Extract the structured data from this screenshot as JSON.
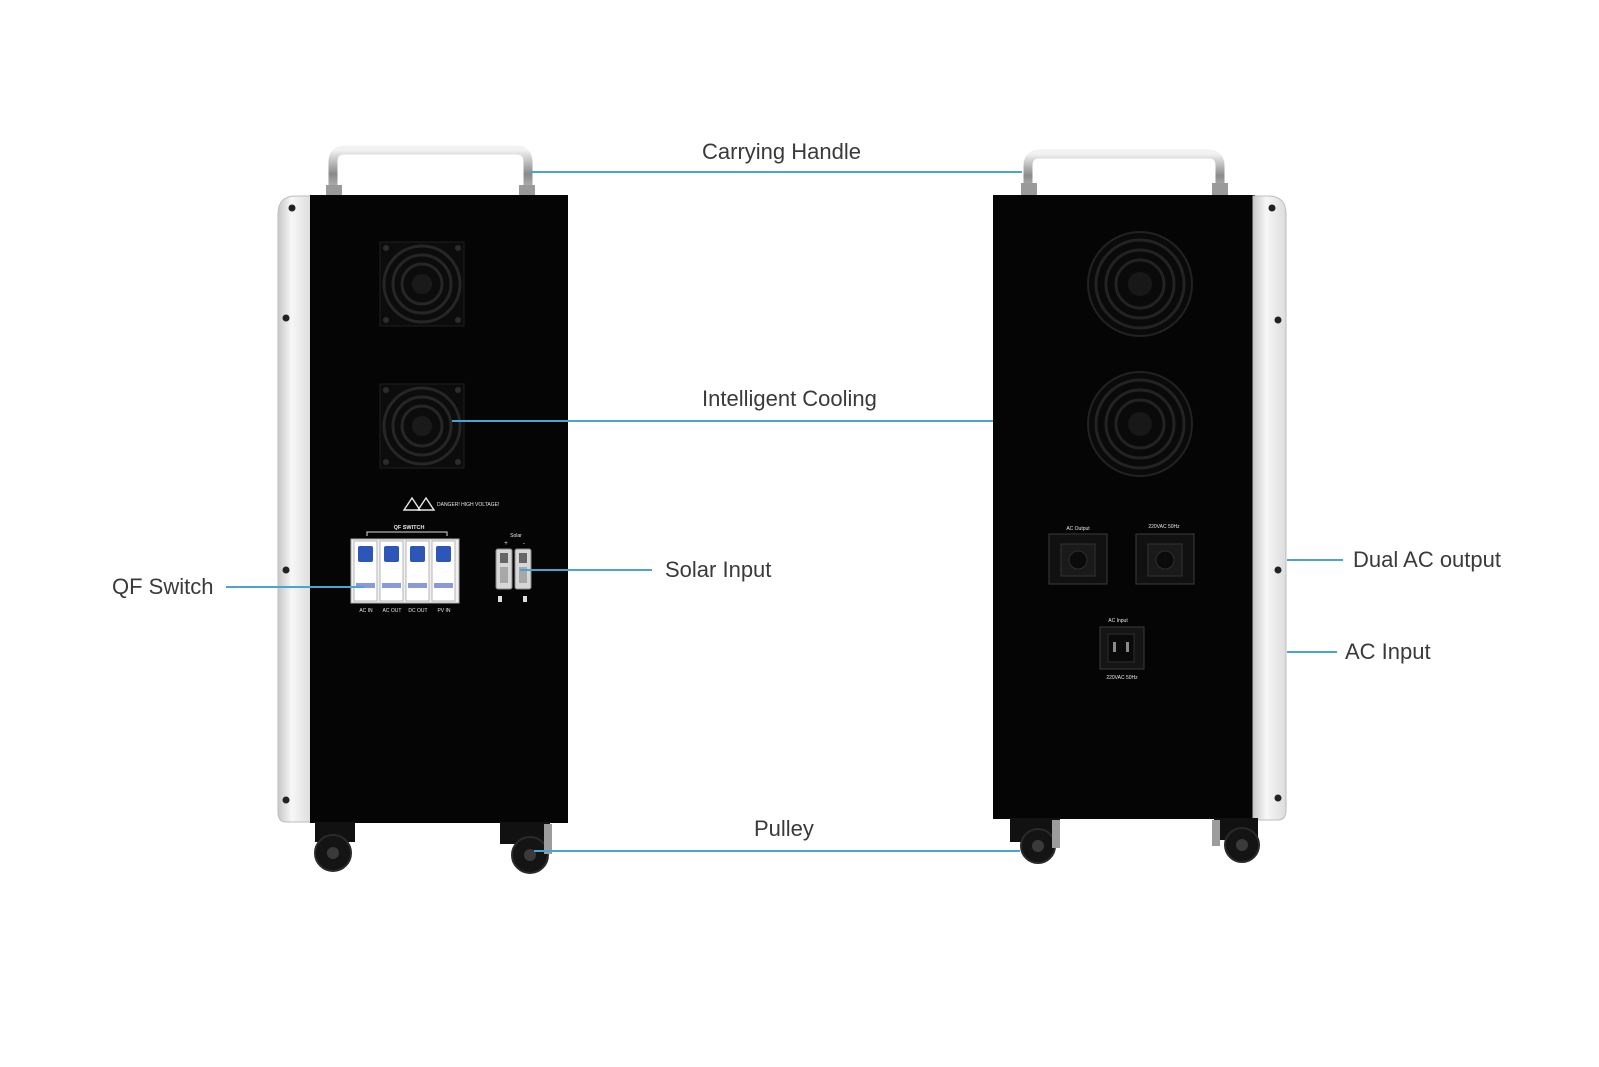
{
  "callouts": {
    "carrying_handle": "Carrying Handle",
    "intelligent_cooling": "Intelligent Cooling",
    "solar_input": "Solar Input",
    "qf_switch": "QF Switch",
    "dual_ac_output": "Dual AC output",
    "ac_input": "AC Input",
    "pulley": "Pulley"
  },
  "left_unit": {
    "warning": "DANGER! HIGH VOLTAGE!",
    "qf_title": "QF SWITCH",
    "breaker_labels": [
      "AC IN",
      "AC OUT",
      "DC OUT",
      "PV IN"
    ],
    "solar_label": "Solar",
    "solar_polarity": [
      "+",
      "-"
    ]
  },
  "right_unit": {
    "ac_output_label": "AC Output",
    "ac_output_rating": "220VAC 50Hz",
    "ac_input_label": "AC Input",
    "ac_input_rating": "220VAC 50Hz"
  },
  "colors": {
    "leader_line": "#4aa3d0",
    "panel": "#050505",
    "side_panel": "#f2f2f2",
    "breaker_blue": "#2c56b8",
    "label_text": "#3a3a3a"
  }
}
